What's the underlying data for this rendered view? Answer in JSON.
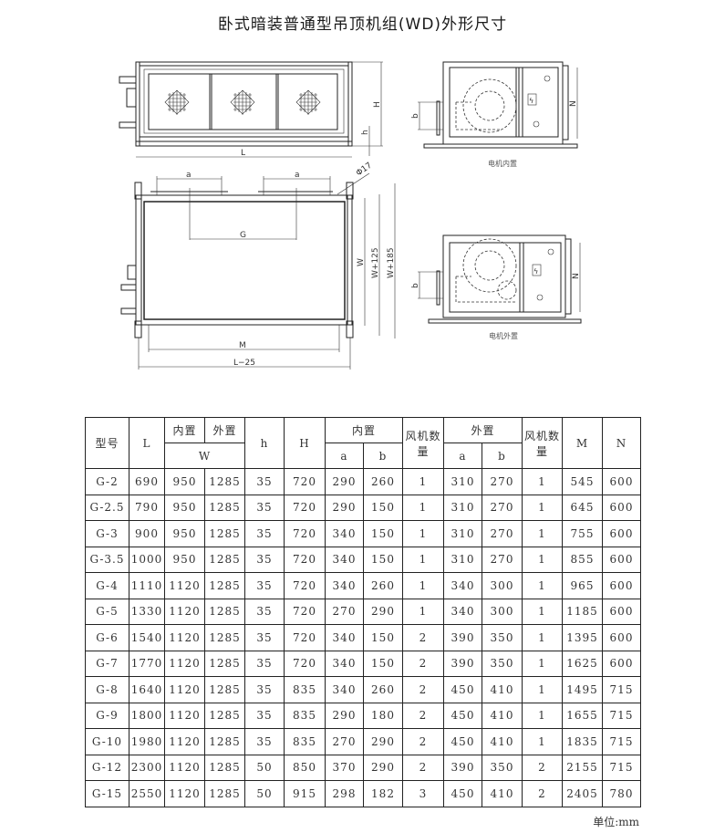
{
  "title": "卧式暗装普通型吊顶机组(WD)外形尺寸",
  "drawing_labels": {
    "H": "H",
    "h": "h",
    "L": "L",
    "a": "a",
    "G": "G",
    "W": "W",
    "W125": "W+125",
    "W185": "W+185",
    "M": "M",
    "L25": "L−25",
    "phi": "Φ17",
    "b": "b",
    "N": "N",
    "motor_inside": "电机内置",
    "motor_outside": "电机外置"
  },
  "table": {
    "headers": {
      "model": "型号",
      "L": "L",
      "inner": "内置",
      "outer": "外置",
      "W": "W",
      "h": "h",
      "H": "H",
      "inner2": "内置",
      "fan_count": "风机数量",
      "outer2": "外置",
      "fan_count2": "风机数量",
      "M": "M",
      "N": "N",
      "a": "a",
      "b": "b"
    },
    "rows": [
      [
        "G-2",
        "690",
        "950",
        "1285",
        "35",
        "720",
        "290",
        "260",
        "1",
        "310",
        "270",
        "1",
        "545",
        "600"
      ],
      [
        "G-2.5",
        "790",
        "950",
        "1285",
        "35",
        "720",
        "290",
        "150",
        "1",
        "310",
        "270",
        "1",
        "645",
        "600"
      ],
      [
        "G-3",
        "900",
        "950",
        "1285",
        "35",
        "720",
        "340",
        "150",
        "1",
        "310",
        "270",
        "1",
        "755",
        "600"
      ],
      [
        "G-3.5",
        "1000",
        "950",
        "1285",
        "35",
        "720",
        "340",
        "150",
        "1",
        "310",
        "270",
        "1",
        "855",
        "600"
      ],
      [
        "G-4",
        "1110",
        "1120",
        "1285",
        "35",
        "720",
        "340",
        "260",
        "1",
        "340",
        "300",
        "1",
        "965",
        "600"
      ],
      [
        "G-5",
        "1330",
        "1120",
        "1285",
        "35",
        "720",
        "270",
        "290",
        "1",
        "340",
        "300",
        "1",
        "1185",
        "600"
      ],
      [
        "G-6",
        "1540",
        "1120",
        "1285",
        "35",
        "720",
        "340",
        "150",
        "2",
        "390",
        "350",
        "1",
        "1395",
        "600"
      ],
      [
        "G-7",
        "1770",
        "1120",
        "1285",
        "35",
        "720",
        "340",
        "150",
        "2",
        "390",
        "350",
        "1",
        "1625",
        "600"
      ],
      [
        "G-8",
        "1640",
        "1120",
        "1285",
        "35",
        "835",
        "340",
        "260",
        "2",
        "450",
        "410",
        "1",
        "1495",
        "715"
      ],
      [
        "G-9",
        "1800",
        "1120",
        "1285",
        "35",
        "835",
        "290",
        "180",
        "2",
        "450",
        "410",
        "1",
        "1655",
        "715"
      ],
      [
        "G-10",
        "1980",
        "1120",
        "1285",
        "35",
        "835",
        "270",
        "290",
        "2",
        "450",
        "410",
        "1",
        "1835",
        "715"
      ],
      [
        "G-12",
        "2300",
        "1120",
        "1285",
        "50",
        "850",
        "370",
        "290",
        "2",
        "390",
        "350",
        "2",
        "2155",
        "715"
      ],
      [
        "G-15",
        "2550",
        "1120",
        "1285",
        "50",
        "915",
        "298",
        "182",
        "3",
        "450",
        "410",
        "2",
        "2405",
        "780"
      ]
    ],
    "unit": "单位:mm"
  }
}
